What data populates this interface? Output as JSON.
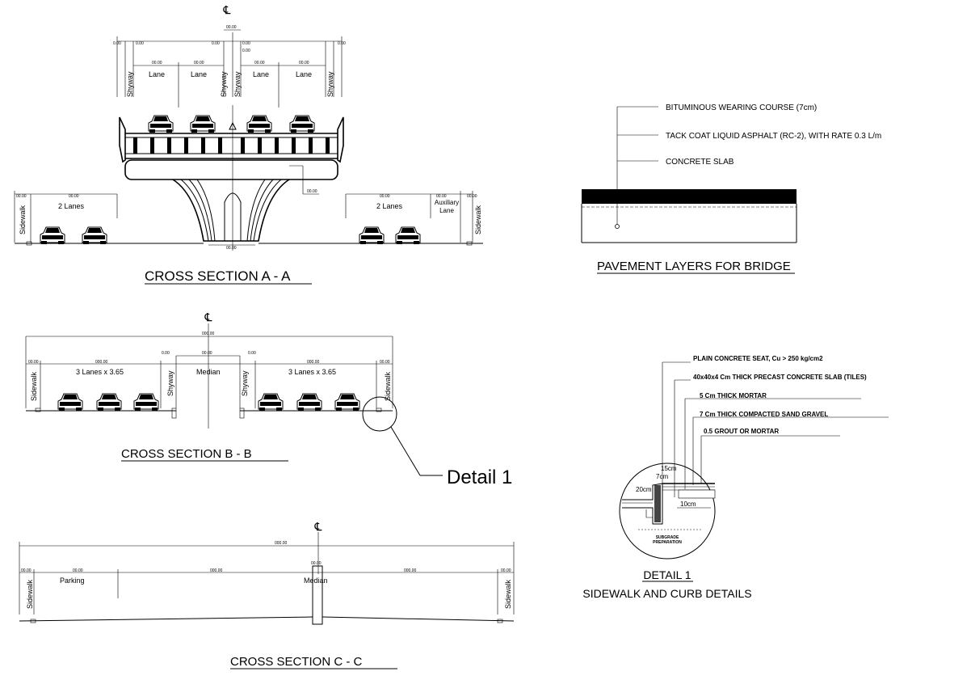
{
  "centerline_symbol": "℄",
  "section_aa": {
    "title": "CROSS SECTION A - A",
    "shyway": "Shyway",
    "lane": "Lane",
    "two_lanes": "2 Lanes",
    "auxiliary_lane": "Auxiliary Lane",
    "sidewalk": "Sidewalk"
  },
  "pavement": {
    "title": "PAVEMENT LAYERS FOR BRIDGE",
    "layers": [
      "BITUMINOUS WEARING COURSE (7cm)",
      "TACK COAT LIQUID ASPHALT (RC-2), WITH RATE 0.3 L/m",
      "CONCRETE SLAB"
    ]
  },
  "section_bb": {
    "title": "CROSS SECTION B - B",
    "lanes_label": "3 Lanes x 3.65",
    "median": "Median",
    "shyway": "Shyway",
    "sidewalk": "Sidewalk",
    "detail_callout": "Detail 1"
  },
  "detail1": {
    "title": "DETAIL 1",
    "subtitle": "SIDEWALK AND CURB DETAILS",
    "layers": [
      "PLAIN CONCRETE SEAT, Cu > 250 kg/cm2",
      "40x40x4 Cm THICK PRECAST CONCRETE SLAB (TILES)",
      "5 Cm THICK MORTAR",
      "7 Cm THICK COMPACTED SAND GRAVEL",
      "0.5 GROUT OR MORTAR"
    ],
    "dims": [
      "15cm",
      "7cm",
      "20cm",
      "10cm"
    ],
    "subgrade": "SUBGRADE PREPARATION"
  },
  "section_cc": {
    "title": "CROSS SECTION C - C",
    "parking": "Parking",
    "median": "Median",
    "sidewalk": "Sidewalk"
  }
}
